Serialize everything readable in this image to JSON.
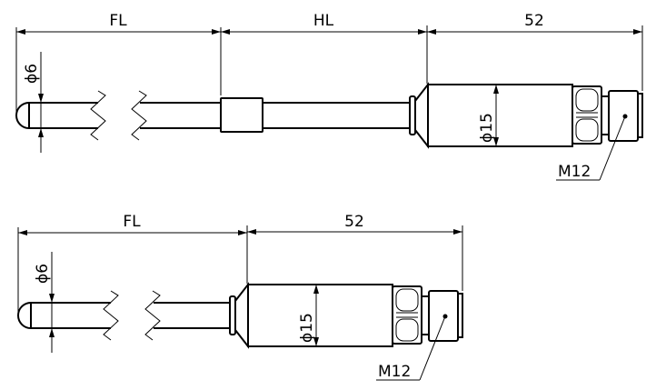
{
  "top_drawing": {
    "fl_label": "FL",
    "hl_label": "HL",
    "length_label": "52",
    "probe_diameter_label": "ϕ6",
    "body_diameter_label": "ϕ15",
    "thread_label": "M12"
  },
  "bottom_drawing": {
    "fl_label": "FL",
    "length_label": "52",
    "probe_diameter_label": "ϕ6",
    "body_diameter_label": "ϕ15",
    "thread_label": "M12"
  }
}
